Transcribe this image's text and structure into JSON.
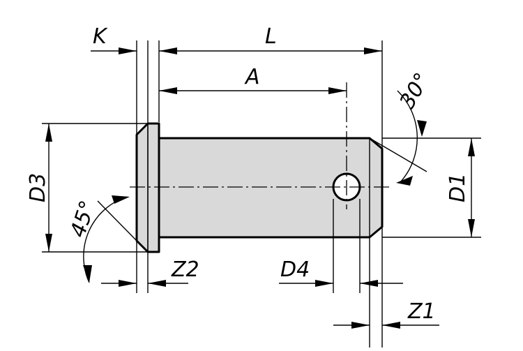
{
  "labels": {
    "K": "K",
    "L": "L",
    "A": "A",
    "D3": "D3",
    "D1": "D1",
    "D4": "D4",
    "Z1": "Z1",
    "Z2": "Z2",
    "angle_chamfer": "30°",
    "angle_head": "45°"
  },
  "colors": {
    "part_fill": "#d9d9d9",
    "line": "#000000",
    "background": "#ffffff"
  }
}
